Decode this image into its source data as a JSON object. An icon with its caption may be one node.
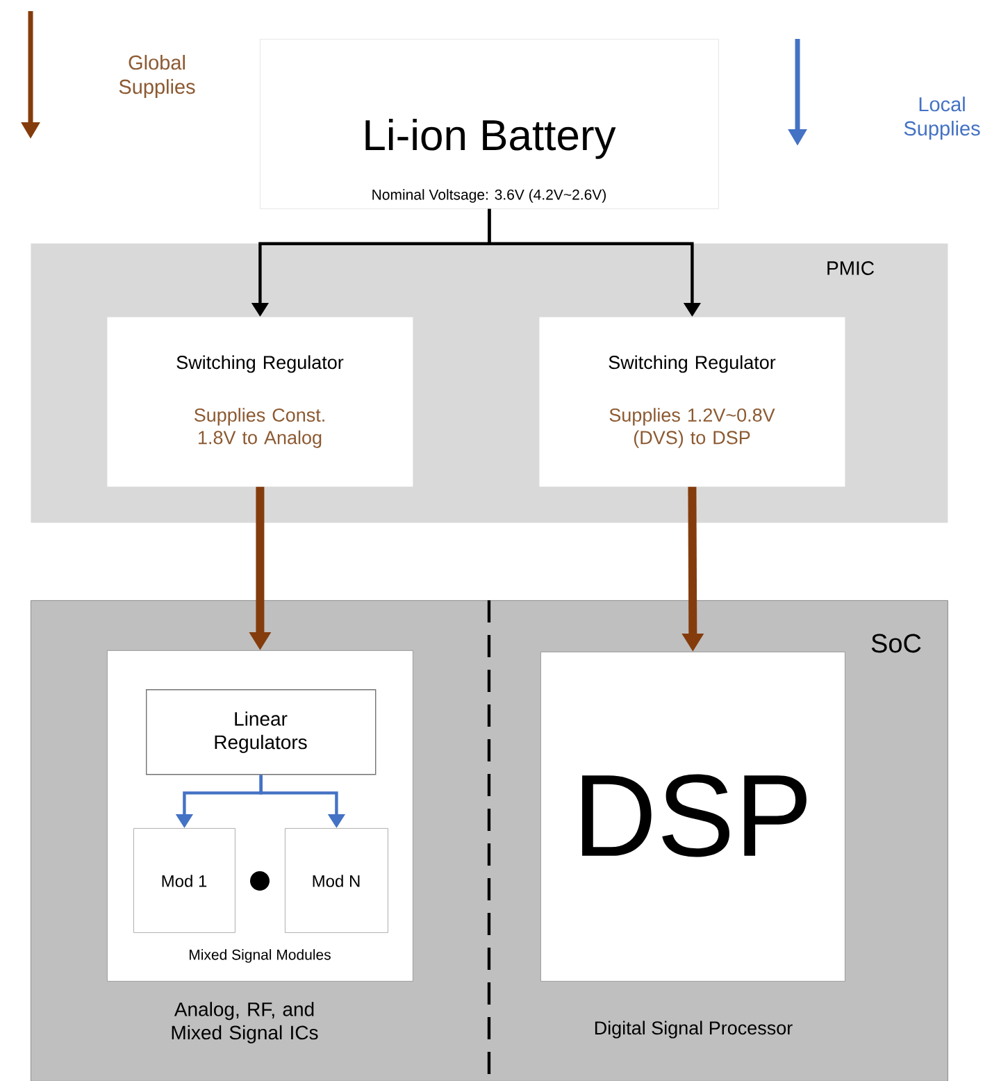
{
  "diagram": {
    "nodes": [
      {
        "text": [
          "Li-ion Battery",
          "Nominal Voltsage: 3.6V (4.2V~2.6V)"
        ]
      },
      {
        "text": [
          "PMIC"
        ]
      },
      {
        "text": [
          "Switching Regulator",
          "Supplies Const. 1.8V to Analog"
        ],
        "in": 1
      },
      {
        "text": [
          "Switching Regulator",
          "Supplies 1.2V~0.8V (DVS) to DSP"
        ],
        "in": 1
      },
      {
        "text": [
          "SoC"
        ]
      },
      {
        "text": [
          "Mixed Signal Modules"
        ],
        "beside": [
          "Analog, RF, and Mixed Signal ICs"
        ],
        "in": 4
      },
      {
        "text": [
          "Linear Regulators"
        ],
        "in": 5
      },
      {
        "text": [
          "Mod 1"
        ],
        "in": 5
      },
      {
        "text": [
          "Mod N"
        ],
        "in": 5
      },
      {
        "text": [
          "DSP"
        ],
        "beside": [
          "Digital Signal Processor"
        ],
        "in": 4
      }
    ],
    "edges": [
      {
        "from": 0,
        "to": 2,
        "arrow": "to"
      },
      {
        "from": 0,
        "to": 3,
        "arrow": "to"
      },
      {
        "from": 2,
        "to": 5,
        "arrow": "to",
        "style": "thick",
        "color": "#843c0c"
      },
      {
        "from": 3,
        "to": 9,
        "arrow": "to",
        "style": "thick",
        "color": "#843c0c"
      },
      {
        "from": 6,
        "to": 7,
        "arrow": "to",
        "color": "#4472c4"
      },
      {
        "from": 6,
        "to": 8,
        "arrow": "to",
        "color": "#4472c4"
      }
    ],
    "legend": [
      {
        "text": "Global Supplies"
      },
      {
        "text": "Local Supplies"
      }
    ]
  }
}
